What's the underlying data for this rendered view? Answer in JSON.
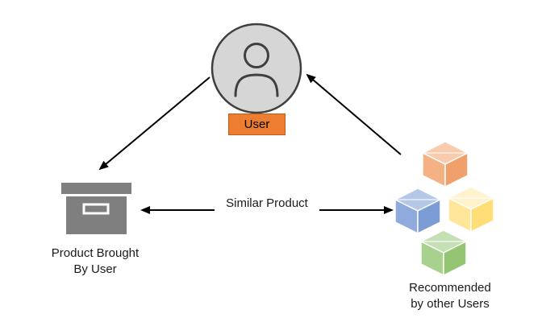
{
  "user": {
    "label": "User"
  },
  "product": {
    "lines": [
      "Product Brought",
      "By User"
    ]
  },
  "recommended": {
    "lines": [
      "Recommended",
      "by other Users"
    ]
  },
  "similar": {
    "label": "Similar Product"
  },
  "icons": {
    "user_avatar": "person-in-circle-icon",
    "product": "closed-box-icon",
    "recommended": "stacked-cubes-icon"
  },
  "colors": {
    "user_badge_bg": "#ED7D31",
    "user_badge_border": "#C55A11",
    "avatar_fill": "#D6D6D6",
    "avatar_stroke": "#3F3F3F",
    "product_box": "#7F7F7F",
    "arrow": "#000000",
    "cube_orange_top": "#F8CBAD",
    "cube_orange_left": "#F4B183",
    "cube_orange_right": "#EFA06B",
    "cube_blue_top": "#B4C7E7",
    "cube_blue_left": "#8FAADC",
    "cube_blue_right": "#7C9CD6",
    "cube_yellow_top": "#FFF2CC",
    "cube_yellow_left": "#FFE699",
    "cube_yellow_right": "#FFDD77",
    "cube_green_top": "#C5E0B4",
    "cube_green_left": "#A9D18E",
    "cube_green_right": "#93C572"
  }
}
